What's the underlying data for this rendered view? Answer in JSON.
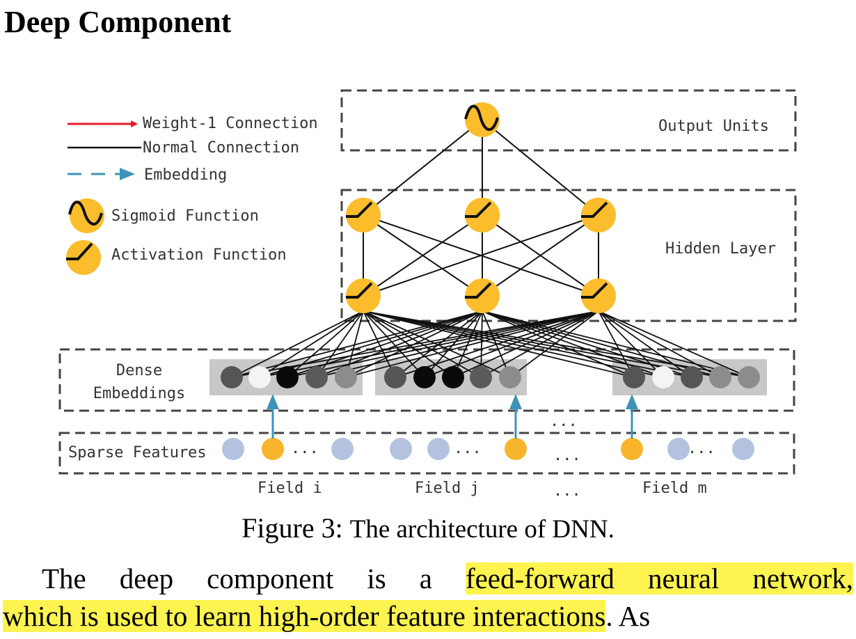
{
  "section": {
    "heading": "Deep Component"
  },
  "figure": {
    "legend": {
      "weight_connection": "Weight-1 Connection",
      "normal_connection": "Normal Connection",
      "embedding": "Embedding",
      "sigmoid": "Sigmoid Function",
      "activation": "Activation Function"
    },
    "labels": {
      "output_units": "Output Units",
      "hidden_layer": "Hidden Layer",
      "dense_line1": "Dense",
      "dense_line2": "Embeddings",
      "sparse_features": "Sparse Features",
      "field_i": "Field i",
      "field_j": "Field j",
      "field_m": "Field m",
      "ellipsis": "..."
    },
    "colors": {
      "unit_fill": "#fbbd2c",
      "sparse_off": "#b3c3df",
      "sparse_on": "#f8b52c",
      "embed_arrow": "#3f93b8",
      "weight_arrow": "#e8192c",
      "embed_bg": "#c8c8c8"
    }
  },
  "caption": {
    "label": "Figure 3:",
    "text": "The architecture of DNN."
  },
  "body": {
    "line1_plain": "The deep component is a ",
    "line1_highlight": "feed-forward neural network,",
    "line2_highlight": "which is used to learn high-order feature interactions",
    "line2_plain": ".  As"
  }
}
